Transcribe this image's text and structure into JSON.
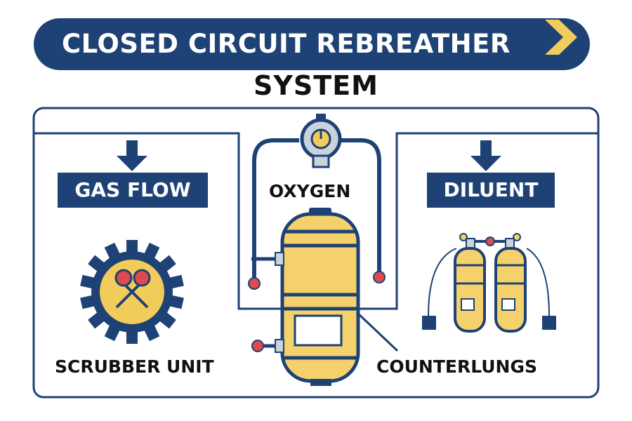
{
  "title": "CLOSED CIRCUIT REBREATHER",
  "subtitle": "SYSTEM",
  "labels": {
    "gas_flow": "GAS FLOW",
    "oxygen": "OXYGEN",
    "diluent": "DILUENT",
    "scrubber_unit": "SCRUBBER UNIT",
    "counterlungs": "COUNTERLUNGS"
  },
  "icons": [
    "chevron-right-icon",
    "arrow-down-icon",
    "gauge-icon",
    "gear-icon",
    "oxygen-cylinder-icon",
    "diluent-cylinders-icon"
  ],
  "colors": {
    "navy": "#1e4275",
    "yellow": "#f2cc5a",
    "tank_yellow": "#f4d16a",
    "accent_red": "#e0494f",
    "gauge_gray": "#c9d3dc"
  }
}
